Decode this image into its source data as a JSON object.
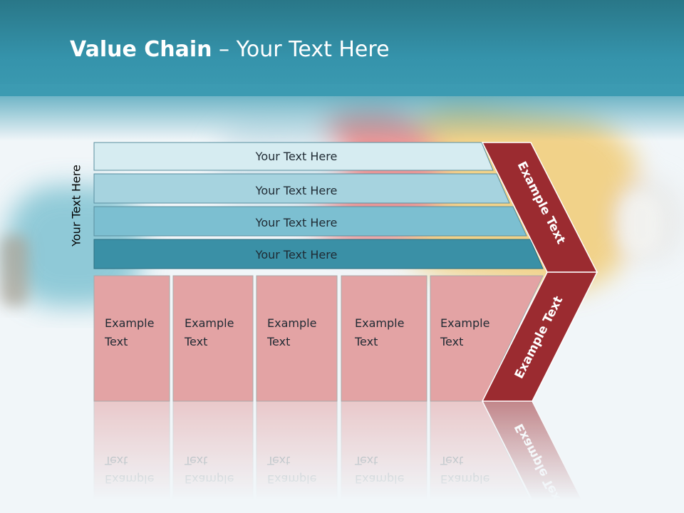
{
  "slide": {
    "title_bold": "Value Chain",
    "title_rest": " – Your Text Here"
  },
  "value_chain": {
    "side_label": "Your Text Here",
    "support_rows": [
      {
        "label": "Your Text Here",
        "color": "#d6ecf1"
      },
      {
        "label": "Your Text Here",
        "color": "#a6d3df"
      },
      {
        "label": "Your Text Here",
        "color": "#7cbfd1"
      },
      {
        "label": "Your Text Here",
        "color": "#3a90a6"
      }
    ],
    "primary_activities": [
      {
        "line1": "Example",
        "line2": "Text"
      },
      {
        "line1": "Example",
        "line2": "Text"
      },
      {
        "line1": "Example",
        "line2": "Text"
      },
      {
        "line1": "Example",
        "line2": "Text"
      },
      {
        "line1": "Example",
        "line2": "Text"
      }
    ],
    "margin_upper": "Example Text",
    "margin_lower": "Example Text",
    "colors": {
      "activity_fill": "#e3a3a4",
      "margin_fill": "#9b2b30",
      "header": "#3593ab"
    }
  }
}
